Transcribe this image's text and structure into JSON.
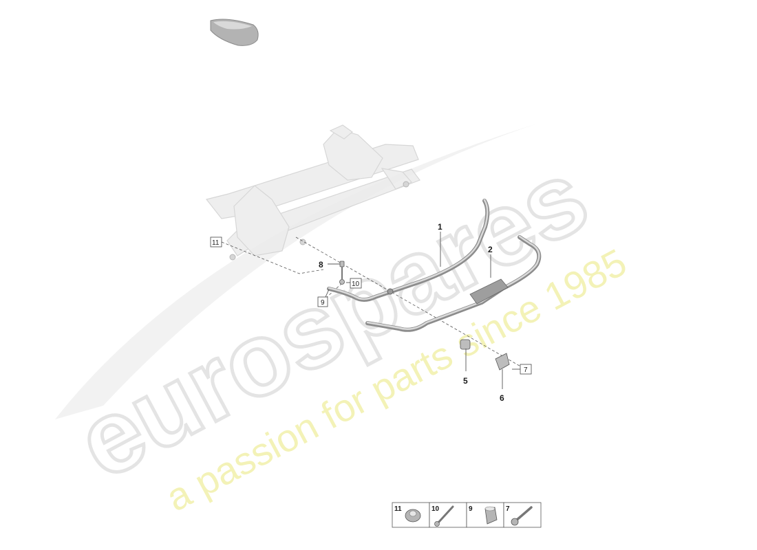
{
  "watermark": {
    "logo": "eurospares",
    "tagline": "a passion for parts since 1985"
  },
  "callouts": {
    "c1": "1",
    "c2": "2",
    "c5": "5",
    "c6": "6",
    "c8": "8"
  },
  "boxed_refs": {
    "b11": "11",
    "b10": "10",
    "b9": "9",
    "b7": "7"
  },
  "legend": {
    "cells": [
      {
        "number": "11",
        "icon": "nut-icon"
      },
      {
        "number": "10",
        "icon": "bolt-icon"
      },
      {
        "number": "9",
        "icon": "sleeve-nut-icon"
      },
      {
        "number": "7",
        "icon": "flange-bolt-icon"
      }
    ]
  },
  "colors": {
    "watermark_logo": "#dcdcdc",
    "watermark_tagline": "#f1f0a6",
    "parts": "#8c8c8c"
  }
}
